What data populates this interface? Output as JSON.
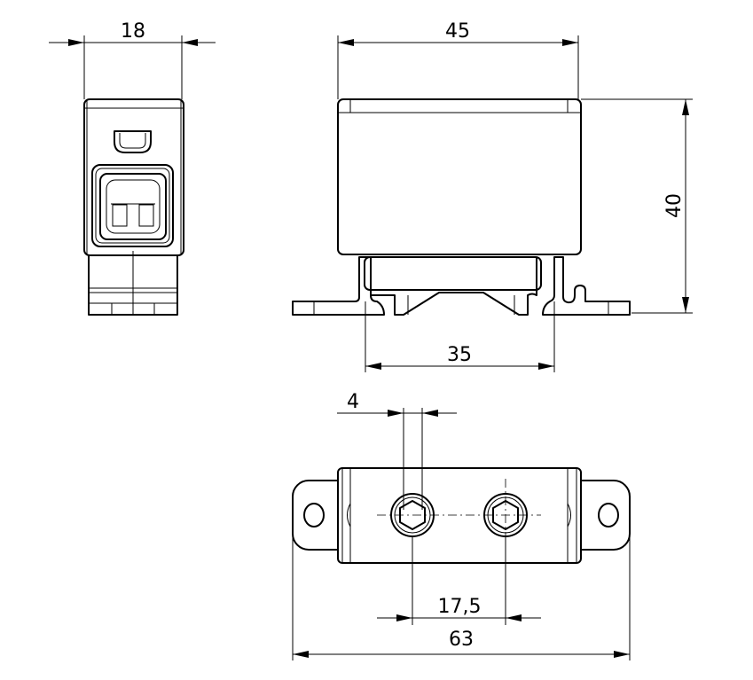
{
  "dimensions": {
    "side_width": "18",
    "front_width": "45",
    "height": "40",
    "rail_width": "35",
    "hole_diameter": "4",
    "bolt_spacing": "17,5",
    "total_length": "63"
  },
  "colors": {
    "line": "#000000",
    "background": "#ffffff"
  }
}
